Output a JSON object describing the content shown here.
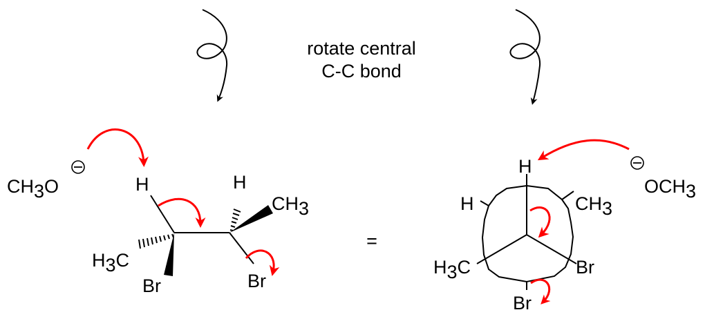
{
  "caption": {
    "line1": "rotate central",
    "line2": "C-C bond"
  },
  "equals_sign": "=",
  "left_structure": {
    "base_text": "CH",
    "base_sub": "3",
    "base_end": "O",
    "charge_symbol": "−",
    "h_top_left": "H",
    "h_top_right": "H",
    "methyl_right": "CH",
    "methyl_right_sub": "3",
    "methyl_left": "H",
    "methyl_left_sub": "3",
    "methyl_left_end": "C",
    "br_left": "Br",
    "br_right": "Br"
  },
  "right_structure": {
    "base_start": "O",
    "base_mid": "CH",
    "base_sub": "3",
    "charge_symbol": "−",
    "h_front": "H",
    "h_left": "H",
    "methyl_right": "CH",
    "methyl_right_sub": "3",
    "methyl_left": "H",
    "methyl_left_sub": "3",
    "methyl_left_end": "C",
    "br_right": "Br",
    "br_bottom": "Br"
  },
  "colors": {
    "ink": "#000000",
    "arrow": "#ff0000"
  }
}
